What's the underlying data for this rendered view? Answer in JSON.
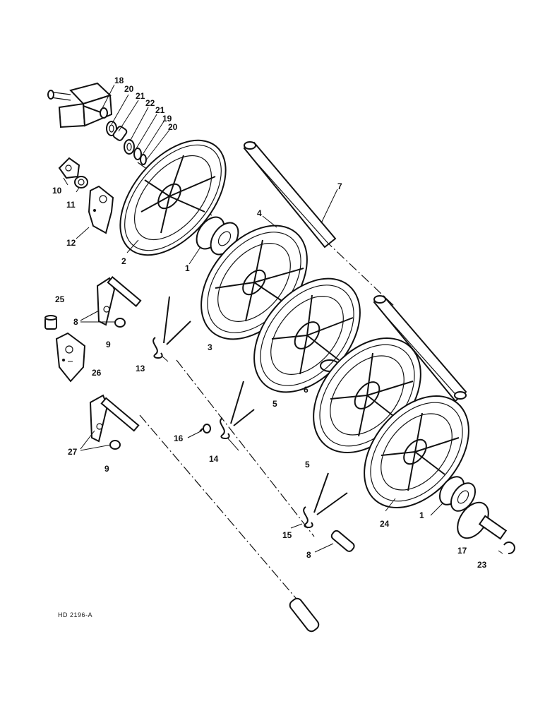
{
  "diagram": {
    "reference_code": "HD 2196-A",
    "callouts": [
      {
        "id": "c18",
        "text": "18"
      },
      {
        "id": "c20a",
        "text": "20"
      },
      {
        "id": "c21a",
        "text": "21"
      },
      {
        "id": "c22",
        "text": "22"
      },
      {
        "id": "c21b",
        "text": "21"
      },
      {
        "id": "c19",
        "text": "19"
      },
      {
        "id": "c20b",
        "text": "20"
      },
      {
        "id": "c10",
        "text": "10"
      },
      {
        "id": "c11",
        "text": "11"
      },
      {
        "id": "c12",
        "text": "12"
      },
      {
        "id": "c2",
        "text": "2"
      },
      {
        "id": "c1a",
        "text": "1"
      },
      {
        "id": "c4",
        "text": "4"
      },
      {
        "id": "c7",
        "text": "7"
      },
      {
        "id": "c25",
        "text": "25"
      },
      {
        "id": "c8a",
        "text": "8"
      },
      {
        "id": "c9a",
        "text": "9"
      },
      {
        "id": "c26",
        "text": "26"
      },
      {
        "id": "c13",
        "text": "13"
      },
      {
        "id": "c3",
        "text": "3"
      },
      {
        "id": "c6",
        "text": "6"
      },
      {
        "id": "c5a",
        "text": "5"
      },
      {
        "id": "c16",
        "text": "16"
      },
      {
        "id": "c14",
        "text": "14"
      },
      {
        "id": "c27",
        "text": "27"
      },
      {
        "id": "c9b",
        "text": "9"
      },
      {
        "id": "c5b",
        "text": "5"
      },
      {
        "id": "c24",
        "text": "24"
      },
      {
        "id": "c1b",
        "text": "1"
      },
      {
        "id": "c15",
        "text": "15"
      },
      {
        "id": "c8b",
        "text": "8"
      },
      {
        "id": "c17",
        "text": "17"
      },
      {
        "id": "c23",
        "text": "23"
      }
    ]
  }
}
